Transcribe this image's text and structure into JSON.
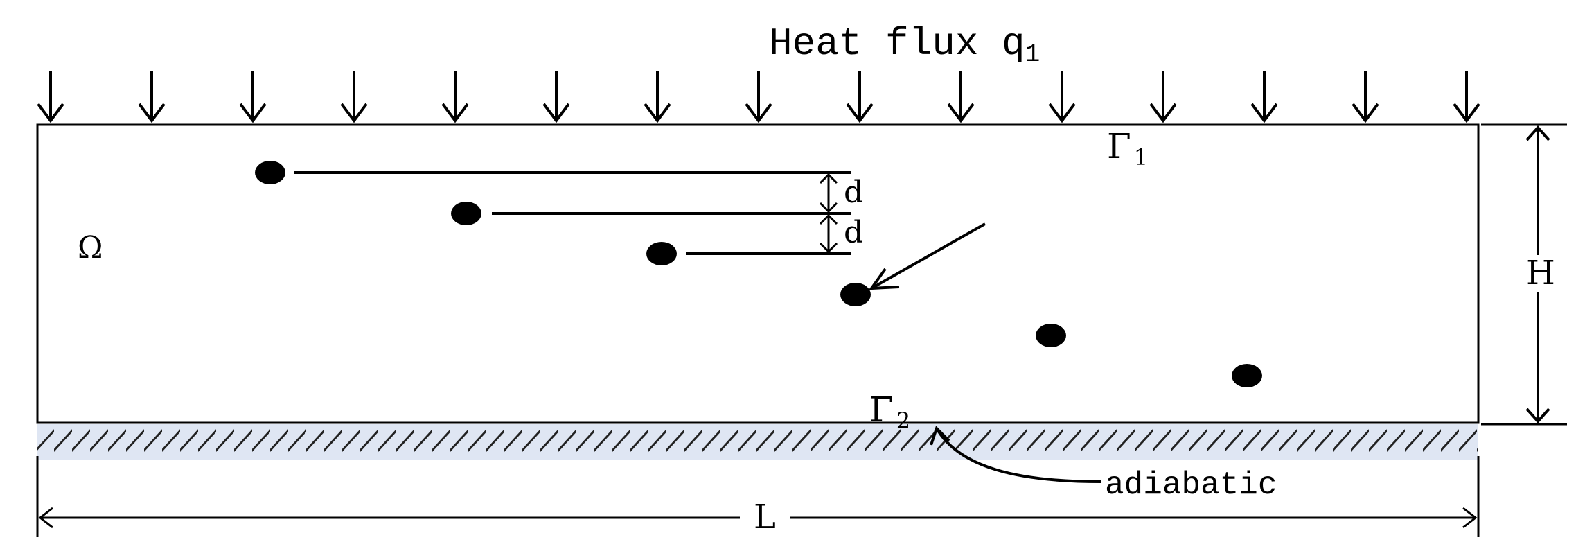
{
  "labels": {
    "heat_flux": "Heat flux q",
    "heat_flux_subscript": "1",
    "gamma1": "Γ",
    "gamma1_subscript": "1",
    "gamma2": "Γ",
    "gamma2_subscript": "2",
    "omega": "Ω",
    "d_upper": "d",
    "d_lower": "d",
    "height": "H",
    "length": "L",
    "adiabatic": "adiabatic"
  },
  "colors": {
    "stroke": "#000000",
    "hatch_fill": "#dfe6f3",
    "hatch_line": "#222222",
    "background": "#ffffff"
  },
  "heat_flux_arrow_count": 15,
  "particle_count": 6,
  "icons": {
    "flux_arrow": "down-arrow-icon",
    "pointer_arrow": "arrow-icon"
  }
}
